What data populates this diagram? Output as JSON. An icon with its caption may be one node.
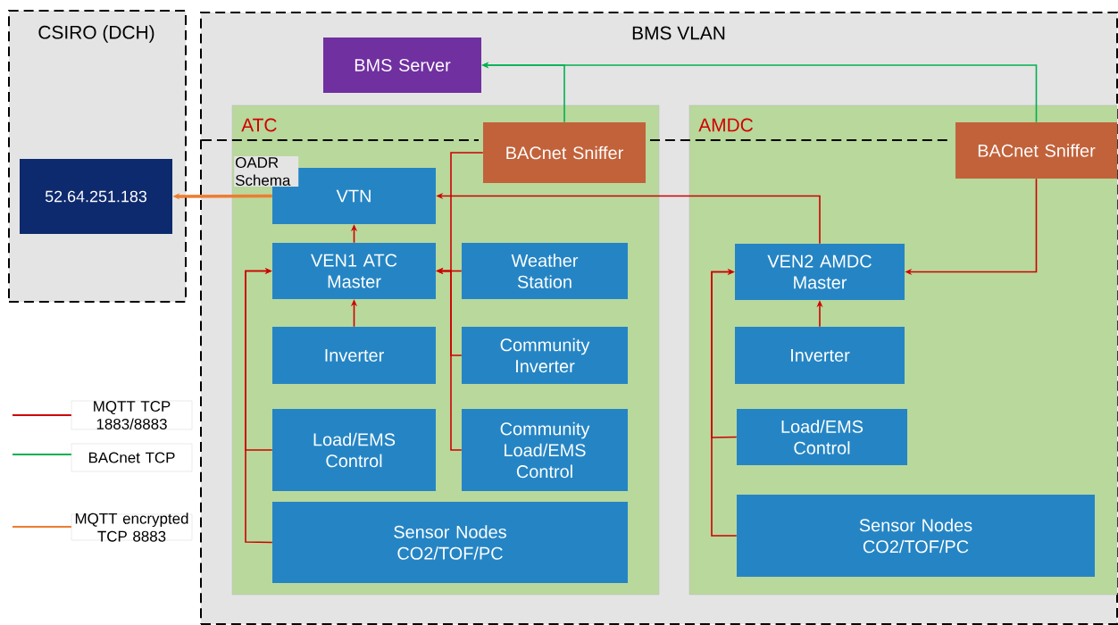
{
  "diagram": {
    "nodes": [
      {
        "text": [
          "CSIRO (DCH)"
        ]
      },
      {
        "text": [
          "52.64.251.183"
        ],
        "in": 0
      },
      {
        "text": [
          "BMS VLAN"
        ]
      },
      {
        "text": [
          "BMS Server"
        ],
        "in": 2
      },
      {
        "text": [
          "ATC"
        ],
        "in": 2
      },
      {
        "text": [
          "AMDC"
        ],
        "in": 2
      },
      {
        "text": [
          "BACnet Sniffer"
        ],
        "in": 4
      },
      {
        "text": [
          "VTN"
        ],
        "in": 4
      },
      {
        "text": [
          "VEN1 ATC Master"
        ],
        "in": 4
      },
      {
        "text": [
          "Weather Station"
        ],
        "in": 4
      },
      {
        "text": [
          "Inverter"
        ],
        "in": 4
      },
      {
        "text": [
          "Community Inverter"
        ],
        "in": 4
      },
      {
        "text": [
          "Load/EMS Control"
        ],
        "in": 4
      },
      {
        "text": [
          "Community Load/EMS Control"
        ],
        "in": 4
      },
      {
        "text": [
          "Sensor Nodes CO2/TOF/PC"
        ],
        "in": 4
      },
      {
        "text": [
          "BACnet Sniffer"
        ],
        "in": 5
      },
      {
        "text": [
          "VEN2 AMDC Master"
        ],
        "in": 5
      },
      {
        "text": [
          "Inverter"
        ],
        "in": 5
      },
      {
        "text": [
          "Load/EMS Control"
        ],
        "in": 5
      },
      {
        "text": [
          "Sensor Nodes CO2/TOF/PC"
        ],
        "in": 5
      }
    ],
    "edges": [
      {
        "from": 7,
        "to": 1,
        "arrow": "to",
        "label": "OADR Schema",
        "style": "thick",
        "color": "#ed7d31"
      },
      {
        "from": 6,
        "to": 3,
        "arrow": "to",
        "color": "#00b050"
      },
      {
        "from": 15,
        "to": 3,
        "arrow": "to",
        "color": "#00b050"
      },
      {
        "from": 8,
        "to": 7,
        "arrow": "to"
      },
      {
        "from": 10,
        "to": 8,
        "arrow": "to"
      },
      {
        "from": 12,
        "to": 8,
        "arrow": "to"
      },
      {
        "from": 14,
        "to": 8,
        "arrow": "to"
      },
      {
        "from": 6,
        "to": 8,
        "arrow": "to"
      },
      {
        "from": 9,
        "to": 8,
        "arrow": "to"
      },
      {
        "from": 11,
        "to": 8,
        "arrow": "to"
      },
      {
        "from": 13,
        "to": 8,
        "arrow": "to"
      },
      {
        "from": 16,
        "to": 7,
        "arrow": "to"
      },
      {
        "from": 15,
        "to": 16,
        "arrow": "to"
      },
      {
        "from": 17,
        "to": 16,
        "arrow": "to"
      },
      {
        "from": 18,
        "to": 16,
        "arrow": "to"
      },
      {
        "from": 19,
        "to": 16,
        "arrow": "to"
      }
    ],
    "legend": [
      {
        "text": "MQTT TCP 1883/8883"
      },
      {
        "text": "BACnet TCP"
      },
      {
        "text": "MQTT encrypted TCP 8883"
      }
    ]
  }
}
